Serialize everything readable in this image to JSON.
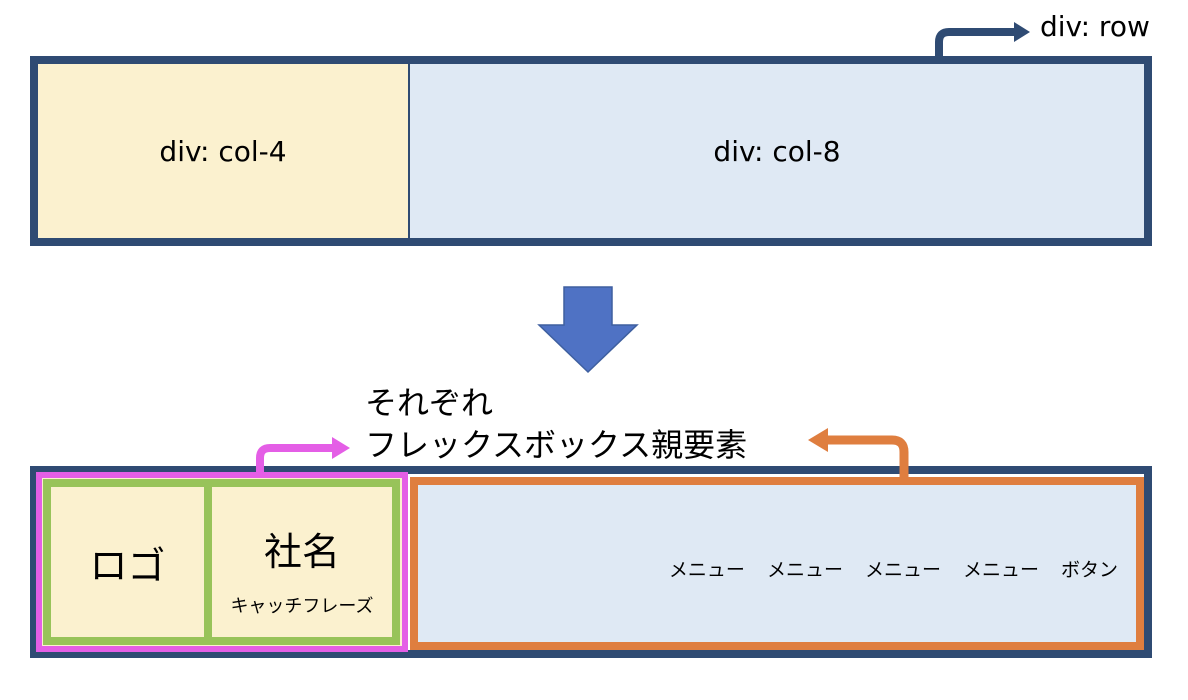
{
  "top_row": {
    "label": "div: row",
    "col_4_label": "div: col-4",
    "col_8_label": "div: col-8"
  },
  "caption": {
    "line1": "それぞれ",
    "line2": "フレックスボックス親要素"
  },
  "bottom_row": {
    "logo": "ロゴ",
    "company_name": "社名",
    "catch_phrase": "キャッチフレーズ",
    "menu": [
      "メニュー",
      "メニュー",
      "メニュー",
      "メニュー",
      "ボタン"
    ]
  },
  "colors": {
    "row_border": "#2f4b73",
    "col4_fill": "#fbf1cf",
    "col8_fill": "#dfe9f4",
    "down_arrow": "#4f72c4",
    "pink": "#e45ee6",
    "green": "#98c35a",
    "orange": "#df7e3f"
  }
}
